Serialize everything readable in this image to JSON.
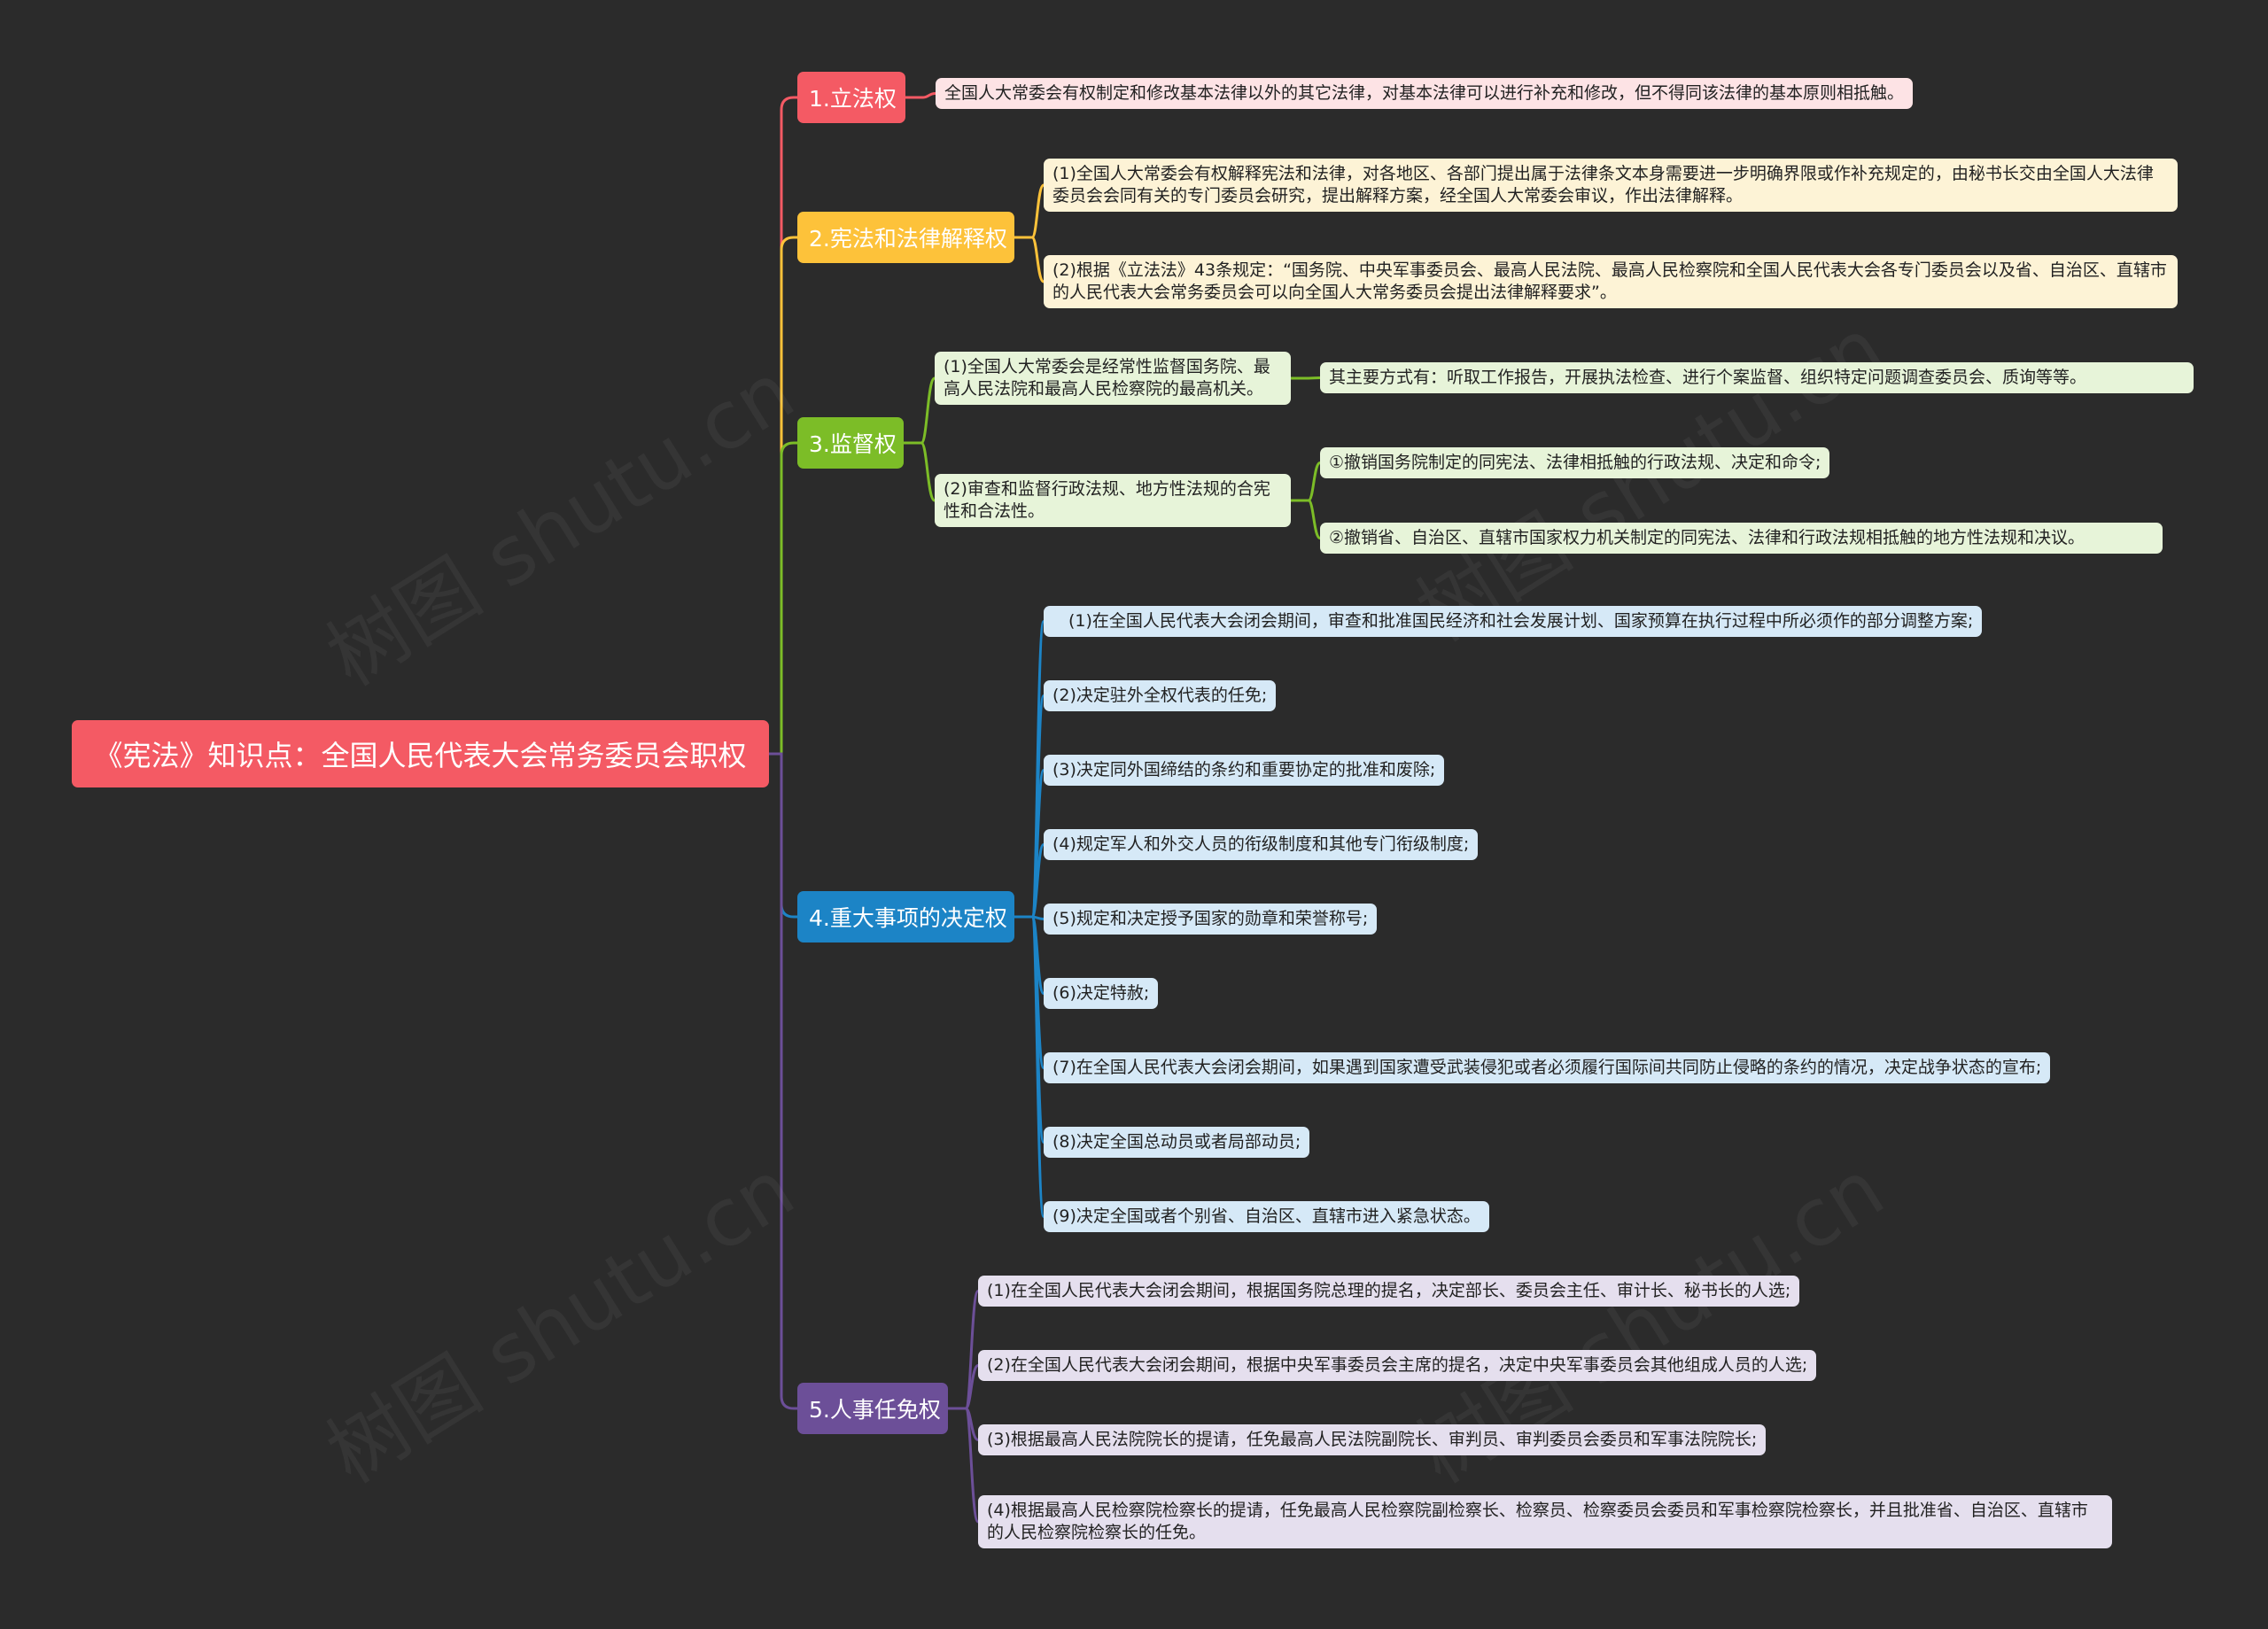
{
  "root": {
    "title": "《宪法》知识点：全国人民代表大会常务委员会职权"
  },
  "branches": [
    {
      "label": "1.立法权",
      "color": "#f45a64",
      "children": [
        "全国人大常委会有权制定和修改基本法律以外的其它法律，对基本法律可以进行补充和修改，但不得同该法律的基本原则相抵触。"
      ]
    },
    {
      "label": "2.宪法和法律解释权",
      "color": "#fdc23a",
      "children": [
        "(1)全国人大常委会有权解释宪法和法律，对各地区、各部门提出属于法律条文本身需要进一步明确界限或作补充规定的，由秘书长交由全国人大法律委员会会同有关的专门委员会研究，提出解释方案，经全国人大常委会审议，作出法律解释。",
        "(2)根据《立法法》43条规定：“国务院、中央军事委员会、最高人民法院、最高人民检察院和全国人民代表大会各专门委员会以及省、自治区、直辖市的人民代表大会常务委员会可以向全国人大常务委员会提出法律解释要求”。"
      ]
    },
    {
      "label": "3.监督权",
      "color": "#7cbd27",
      "children": [
        {
          "text": "(1)全国人大常委会是经常性监督国务院、最高人民法院和最高人民检察院的最高机关。",
          "children": [
            "其主要方式有：听取工作报告，开展执法检查、进行个案监督、组织特定问题调查委员会、质询等等。"
          ]
        },
        {
          "text": "(2)审查和监督行政法规、地方性法规的合宪性和合法性。",
          "children": [
            "①撤销国务院制定的同宪法、法律相抵触的行政法规、决定和命令;",
            "②撤销省、自治区、直辖市国家权力机关制定的同宪法、法律和行政法规相抵触的地方性法规和决议。"
          ]
        }
      ]
    },
    {
      "label": "4.重大事项的决定权",
      "color": "#1c84c6",
      "children": [
        "(1)在全国人民代表大会闭会期间，审查和批准国民经济和社会发展计划、国家预算在执行过程中所必须作的部分调整方案;",
        "(2)决定驻外全权代表的任免;",
        "(3)决定同外国缔结的条约和重要协定的批准和废除;",
        "(4)规定军人和外交人员的衔级制度和其他专门衔级制度;",
        "(5)规定和决定授予国家的勋章和荣誉称号;",
        "(6)决定特赦;",
        "(7)在全国人民代表大会闭会期间，如果遇到国家遭受武装侵犯或者必须履行国际间共同防止侵略的条约的情况，决定战争状态的宣布;",
        "(8)决定全国总动员或者局部动员;",
        "(9)决定全国或者个别省、自治区、直辖市进入紧急状态。"
      ]
    },
    {
      "label": "5.人事任免权",
      "color": "#6c4f98",
      "children": [
        "(1)在全国人民代表大会闭会期间，根据国务院总理的提名，决定部长、委员会主任、审计长、秘书长的人选;",
        "(2)在全国人民代表大会闭会期间，根据中央军事委员会主席的提名，决定中央军事委员会其他组成人员的人选;",
        "(3)根据最高人民法院院长的提请，任免最高人民法院副院长、审判员、审判委员会委员和军事法院院长;",
        "(4)根据最高人民检察院检察长的提请，任免最高人民检察院副检察长、检察员、检察委员会委员和军事检察院检察长，并且批准省、自治区、直辖市的人民检察院检察长的任免。"
      ]
    }
  ]
}
